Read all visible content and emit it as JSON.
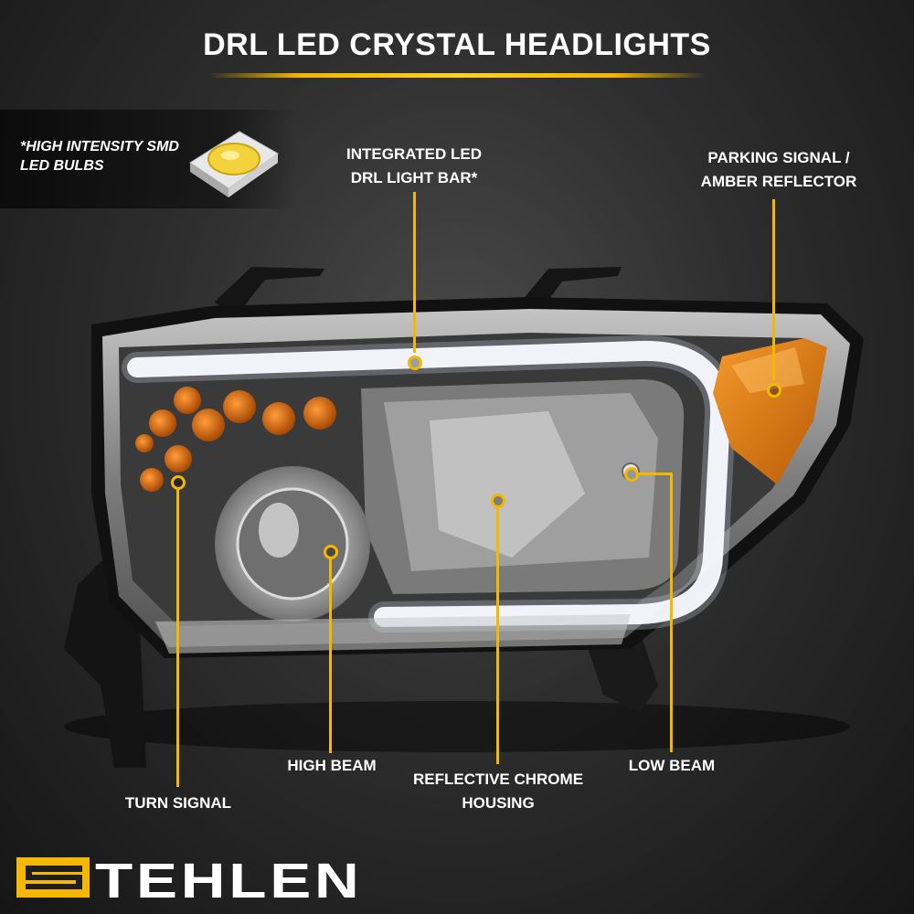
{
  "title": "DRL LED CRYSTAL HEADLIGHTS",
  "smd_note": "*HIGH INTENSITY SMD LED BULBS",
  "callouts": {
    "drl_bar": "INTEGRATED LED DRL LIGHT BAR*",
    "parking": "PARKING SIGNAL / AMBER REFLECTOR",
    "high_beam": "HIGH BEAM",
    "low_beam": "LOW BEAM",
    "turn_signal": "TURN SIGNAL",
    "housing": "REFLECTIVE CHROME HOUSING"
  },
  "brand": "TEHLEN",
  "colors": {
    "accent": "#f5b800",
    "amber": "#e07a10",
    "text": "#ffffff"
  },
  "icons": {
    "chip": "smd-led-chip-icon",
    "logo": "stehlen-s-logo-icon"
  }
}
